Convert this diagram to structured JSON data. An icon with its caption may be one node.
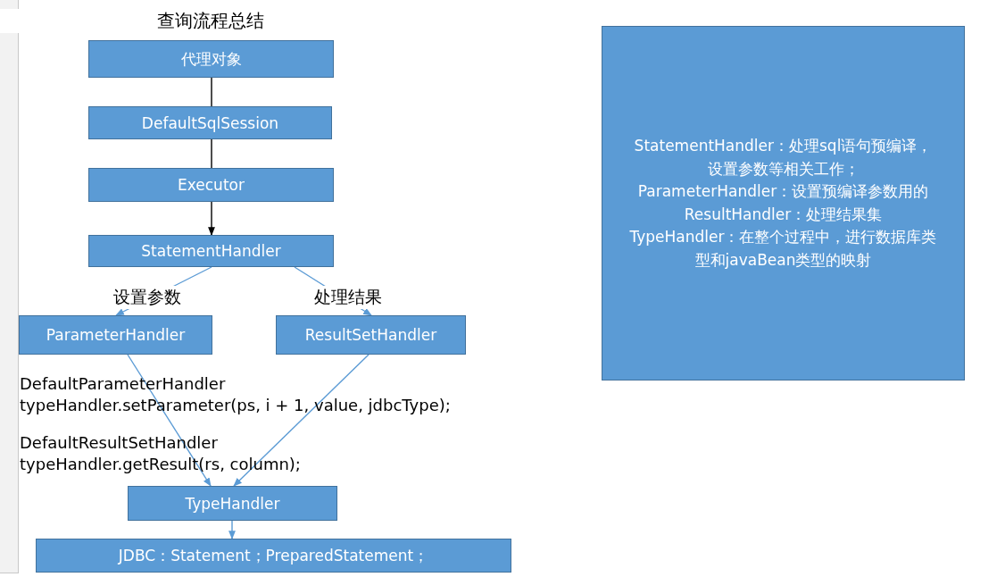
{
  "diagram": {
    "title": "查询流程总结",
    "nodes": [
      {
        "text": [
          "代理对象"
        ]
      },
      {
        "text": [
          "DefaultSqlSession"
        ]
      },
      {
        "text": [
          "Executor"
        ]
      },
      {
        "text": [
          "StatementHandler"
        ]
      },
      {
        "text": [
          "ParameterHandler"
        ]
      },
      {
        "text": [
          "ResultSetHandler"
        ]
      },
      {
        "text": [
          "TypeHandler"
        ]
      },
      {
        "text": [
          "JDBC：Statement；PreparedStatement；"
        ]
      },
      {
        "text": [
          "StatementHandler：处理sql语句预编译，设置参数等相关工作；",
          "ParameterHandler：设置预编译参数用的",
          "ResultHandler：处理结果集",
          "TypeHandler：在整个过程中，进行数据库类型和javaBean类型的映射"
        ]
      }
    ],
    "edges": [
      {
        "from": 0,
        "to": 1,
        "arrow": "none",
        "color": "#000000"
      },
      {
        "from": 1,
        "to": 2,
        "arrow": "none",
        "color": "#000000"
      },
      {
        "from": 2,
        "to": 3,
        "arrow": "to",
        "color": "#000000"
      },
      {
        "from": 3,
        "to": 4,
        "arrow": "to",
        "label": "设置参数"
      },
      {
        "from": 3,
        "to": 5,
        "arrow": "to",
        "label": "处理结果"
      },
      {
        "from": 4,
        "to": 6,
        "arrow": "to",
        "label": "DefaultParameterHandler typeHandler.setParameter(ps, i + 1, value, jdbcType);"
      },
      {
        "from": 5,
        "to": 6,
        "arrow": "to",
        "label": "DefaultResultSetHandler typeHandler.getResult(rs, column);"
      },
      {
        "from": 6,
        "to": 7,
        "arrow": "to"
      }
    ]
  }
}
